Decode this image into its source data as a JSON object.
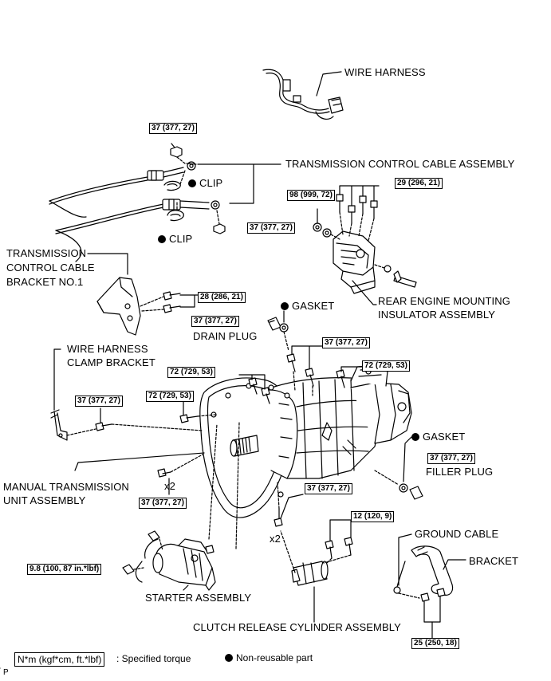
{
  "labels": {
    "wire_harness": "WIRE HARNESS",
    "trans_control_cable_assembly": "TRANSMISSION CONTROL CABLE ASSEMBLY",
    "clip_1": "CLIP",
    "clip_2": "CLIP",
    "trans_cable_bracket_l1": "TRANSMISSION",
    "trans_cable_bracket_l2": "CONTROL CABLE",
    "trans_cable_bracket_l3": "BRACKET NO.1",
    "gasket_1": "GASKET",
    "drain_plug": "DRAIN PLUG",
    "rear_mount_l1": "REAR ENGINE MOUNTING",
    "rear_mount_l2": "INSULATOR ASSEMBLY",
    "wire_clamp_l1": "WIRE HARNESS",
    "wire_clamp_l2": "CLAMP BRACKET",
    "manual_trans_l1": "MANUAL TRANSMISSION",
    "manual_trans_l2": "UNIT ASSEMBLY",
    "gasket_2": "GASKET",
    "filler_plug": "FILLER PLUG",
    "x2_a": "x2",
    "x2_b": "x2",
    "ground_cable": "GROUND CABLE",
    "bracket": "BRACKET",
    "starter_assembly": "STARTER ASSEMBLY",
    "clutch_release": "CLUTCH RELEASE CYLINDER ASSEMBLY",
    "p_marker": "P"
  },
  "torques": {
    "t_cable_top": "37 (377, 27)",
    "t_cable_bottom": "37 (377, 27)",
    "t_mount_nut": "98 (999, 72)",
    "t_mount_bolts": "29 (296, 21)",
    "t_bracket_no1": "28 (286, 21)",
    "t_drain_plug": "37 (377, 27)",
    "t_case_top": "37 (377, 27)",
    "t_trans_72_mid": "72 (729, 53)",
    "t_trans_72_right": "72 (729, 53)",
    "t_trans_72_left": "72 (729, 53)",
    "t_clamp_bracket": "37 (377, 27)",
    "t_filler_plug": "37 (377, 27)",
    "t_lower_left": "37 (377, 27)",
    "t_lower_mid": "37 (377, 27)",
    "t_clutch": "12 (120, 9)",
    "t_starter": "9.8 (100, 87 in.*lbf)",
    "t_ground_bracket": "25 (250, 18)"
  },
  "legend": {
    "torque_unit": "N*m (kgf*cm, ft.*lbf)",
    "torque_desc": ": Specified torque",
    "nonreusable": "Non-reusable part"
  }
}
